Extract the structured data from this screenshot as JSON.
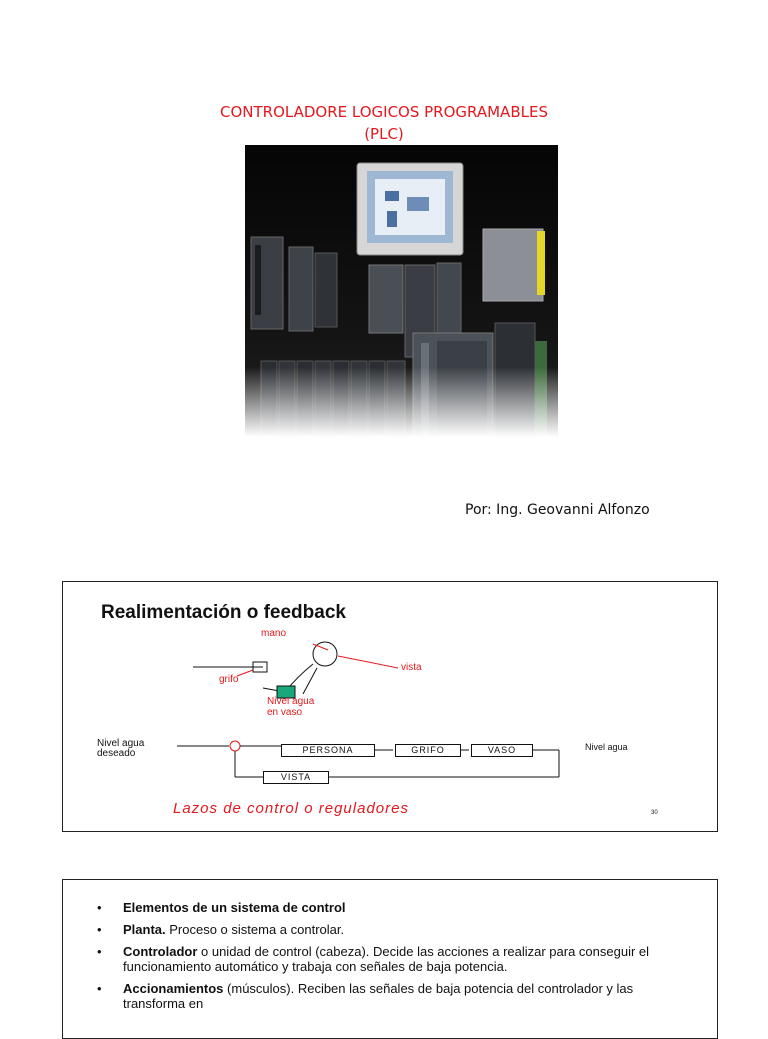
{
  "header": {
    "title_line1": "CONTROLADORE LOGICOS PROGRAMABLES",
    "title_line2": "(PLC)"
  },
  "author": "Por: Ing. Geovanni Alfonzo",
  "slide1": {
    "title": "Realimentación o feedback",
    "labels": {
      "mano": "mano",
      "vista": "vista",
      "grifo": "grifo",
      "nivel_vaso_1": "Nivel agua",
      "nivel_vaso_2": "en vaso",
      "nivel_deseado_1": "Nivel agua",
      "nivel_deseado_2": "deseado",
      "nivel_salida": "Nivel agua"
    },
    "blocks": {
      "persona": "PERSONA",
      "grifo": "GRIFO",
      "vaso": "VASO",
      "vista": "VISTA"
    },
    "caption": "Lazos de control o reguladores",
    "page_number": "30"
  },
  "slide2": {
    "items": [
      {
        "bold": "Elementos de un sistema de control",
        "rest": ""
      },
      {
        "bold": "Planta.",
        "rest": " Proceso o sistema  a controlar."
      },
      {
        "bold": "Controlador",
        "rest": " o unidad de control (cabeza). Decide las acciones a realizar para conseguir el funcionamiento automático y trabaja con señales de baja potencia."
      },
      {
        "bold": "Accionamientos",
        "rest": " (músculos). Reciben las señales de baja potencia del controlador y las transforma en"
      }
    ]
  },
  "colors": {
    "title_red": "#e4181d"
  }
}
